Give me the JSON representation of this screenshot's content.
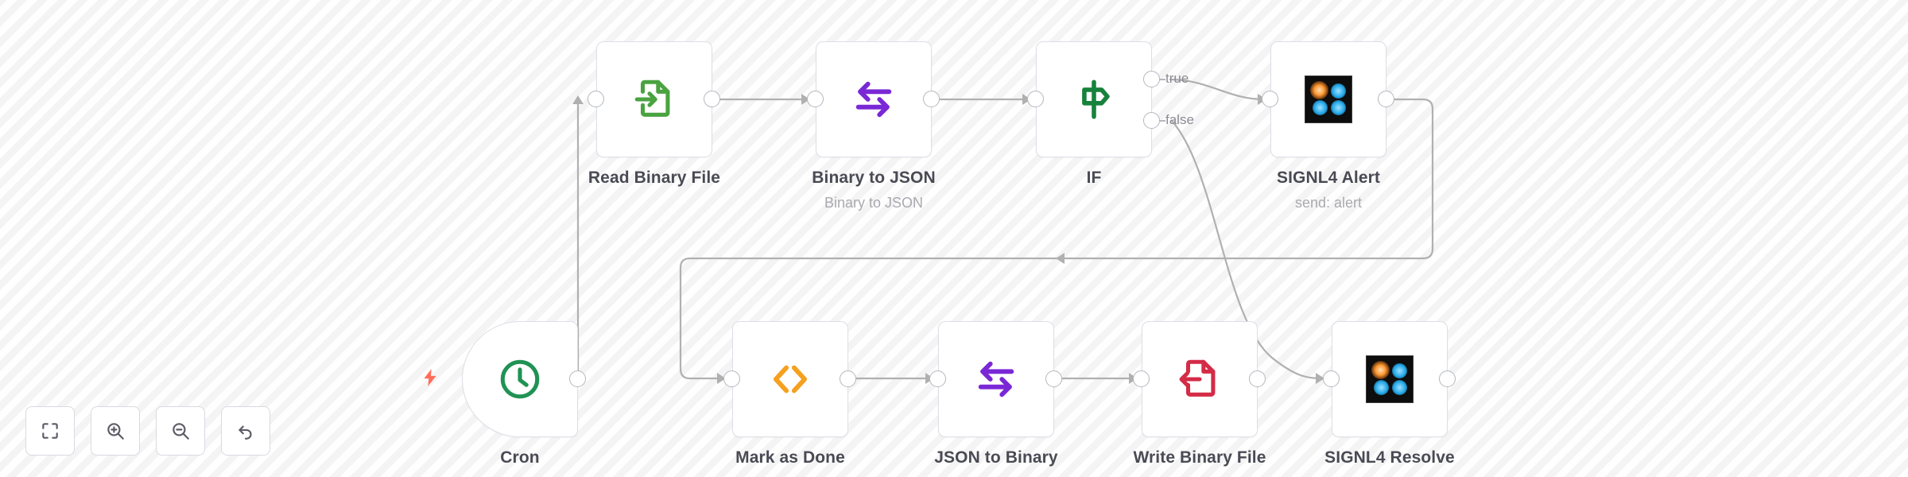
{
  "app": {
    "name": "n8n-workflow-canvas",
    "background_color": "#f7f7f7",
    "node_border_color": "#dcdfe6",
    "connector_color": "#b0b0b0"
  },
  "toolbar": {
    "buttons": [
      {
        "name": "zoom-to-fit-button",
        "icon": "zoom-to-fit-icon",
        "title": "Zoom to Fit"
      },
      {
        "name": "zoom-in-button",
        "icon": "zoom-in-icon",
        "title": "Zoom In"
      },
      {
        "name": "zoom-out-button",
        "icon": "zoom-out-icon",
        "title": "Zoom Out"
      },
      {
        "name": "reset-zoom-button",
        "icon": "reset-zoom-icon",
        "title": "Reset Zoom"
      }
    ]
  },
  "nodes": [
    {
      "id": "read-binary-file",
      "label": "Read Binary File",
      "sublabel": "",
      "icon": "file-import-icon",
      "icon_color": "#4aa340",
      "type": "regular"
    },
    {
      "id": "binary-to-json",
      "label": "Binary to JSON",
      "sublabel": "Binary to JSON",
      "icon": "swap-arrows-icon",
      "icon_color": "#7a28d6",
      "type": "regular"
    },
    {
      "id": "if",
      "label": "IF",
      "sublabel": "",
      "icon": "signpost-icon",
      "icon_color": "#17823c",
      "type": "regular",
      "outputs": [
        "true",
        "false"
      ]
    },
    {
      "id": "signl4-alert",
      "label": "SIGNL4 Alert",
      "sublabel": "send: alert",
      "icon": "signl4-logo-icon",
      "icon_color": "#0d0d0d",
      "type": "regular"
    },
    {
      "id": "cron",
      "label": "Cron",
      "sublabel": "",
      "icon": "clock-icon",
      "icon_color": "#1f9254",
      "type": "trigger",
      "trigger_bolt_color": "#ff6d5a"
    },
    {
      "id": "mark-as-done",
      "label": "Mark as Done",
      "sublabel": "",
      "icon": "code-brackets-icon",
      "icon_color": "#f5a01e",
      "type": "regular"
    },
    {
      "id": "json-to-binary",
      "label": "JSON to Binary",
      "sublabel": "",
      "icon": "swap-arrows-icon",
      "icon_color": "#7a28d6",
      "type": "regular"
    },
    {
      "id": "write-binary-file",
      "label": "Write Binary File",
      "sublabel": "",
      "icon": "file-export-icon",
      "icon_color": "#d42b46",
      "type": "regular"
    },
    {
      "id": "signl4-resolve",
      "label": "SIGNL4 Resolve",
      "sublabel": "",
      "icon": "signl4-logo-icon",
      "icon_color": "#0d0d0d",
      "type": "regular"
    }
  ],
  "port_labels": {
    "if_true": "true",
    "if_false": "false"
  },
  "connections": [
    {
      "from": "cron",
      "to": "read-binary-file"
    },
    {
      "from": "read-binary-file",
      "to": "binary-to-json"
    },
    {
      "from": "binary-to-json",
      "to": "if"
    },
    {
      "from": "if",
      "to": "signl4-alert",
      "port": "true"
    },
    {
      "from": "if",
      "to": "signl4-resolve",
      "port": "false"
    },
    {
      "from": "signl4-alert",
      "to": "mark-as-done"
    },
    {
      "from": "mark-as-done",
      "to": "json-to-binary"
    },
    {
      "from": "json-to-binary",
      "to": "write-binary-file"
    }
  ]
}
